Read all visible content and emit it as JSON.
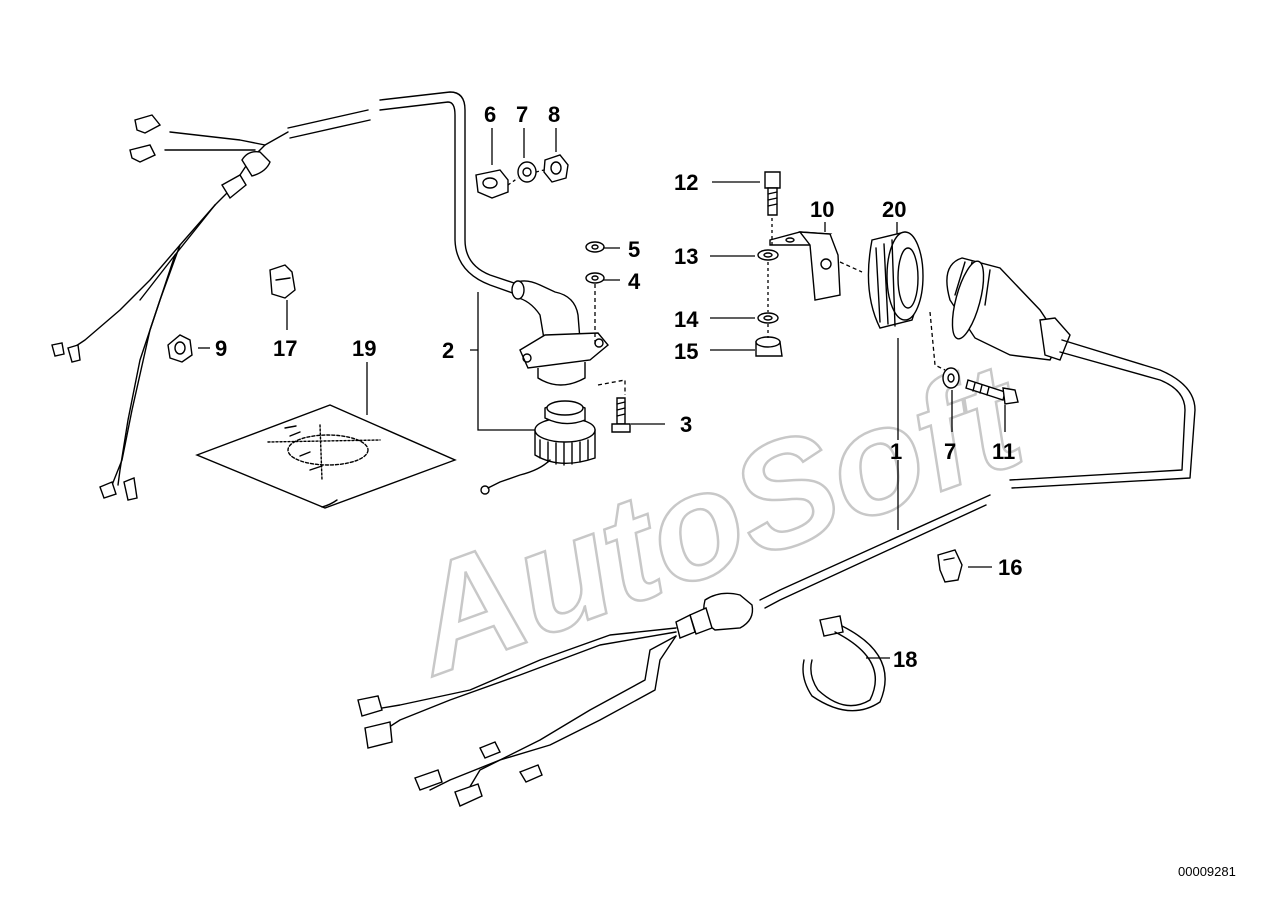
{
  "watermark": "AutoSoft",
  "part_number": "00009281",
  "callouts": {
    "c1": "1",
    "c2": "2",
    "c3": "3",
    "c4": "4",
    "c5": "5",
    "c6": "6",
    "c7a": "7",
    "c7b": "7",
    "c8": "8",
    "c9": "9",
    "c10": "10",
    "c11": "11",
    "c12": "12",
    "c13": "13",
    "c14": "14",
    "c15": "15",
    "c16": "16",
    "c17": "17",
    "c18": "18",
    "c19": "19",
    "c20": "20"
  }
}
